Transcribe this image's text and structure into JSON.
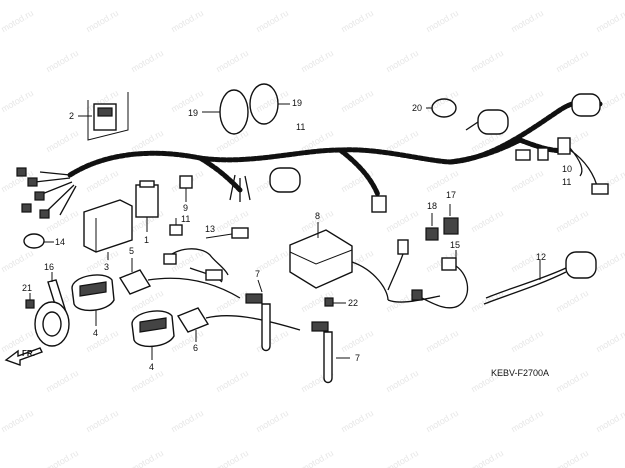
{
  "watermark": "motod.ru",
  "diagram_code": "KEBV-F2700A",
  "direction_label": "FR.",
  "callouts": [
    {
      "id": "c1",
      "text": "1"
    },
    {
      "id": "c2",
      "text": "2"
    },
    {
      "id": "c3",
      "text": "3"
    },
    {
      "id": "c4a",
      "text": "4"
    },
    {
      "id": "c4b",
      "text": "4"
    },
    {
      "id": "c5",
      "text": "5"
    },
    {
      "id": "c6",
      "text": "6"
    },
    {
      "id": "c7a",
      "text": "7"
    },
    {
      "id": "c7b",
      "text": "7"
    },
    {
      "id": "c8",
      "text": "8"
    },
    {
      "id": "c9",
      "text": "9"
    },
    {
      "id": "c10",
      "text": "10"
    },
    {
      "id": "c11a",
      "text": "11"
    },
    {
      "id": "c11b",
      "text": "11"
    },
    {
      "id": "c11c",
      "text": "11"
    },
    {
      "id": "c12",
      "text": "12"
    },
    {
      "id": "c13",
      "text": "13"
    },
    {
      "id": "c14",
      "text": "14"
    },
    {
      "id": "c15",
      "text": "15"
    },
    {
      "id": "c16",
      "text": "16"
    },
    {
      "id": "c17",
      "text": "17"
    },
    {
      "id": "c18",
      "text": "18"
    },
    {
      "id": "c19a",
      "text": "19"
    },
    {
      "id": "c19b",
      "text": "19"
    },
    {
      "id": "c20",
      "text": "20"
    },
    {
      "id": "c21",
      "text": "21"
    },
    {
      "id": "c22",
      "text": "22"
    }
  ]
}
